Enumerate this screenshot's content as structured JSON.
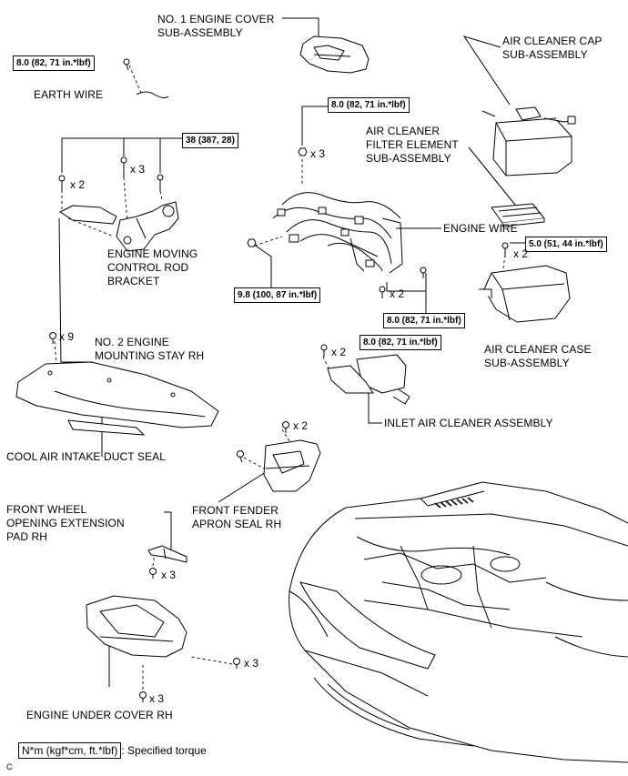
{
  "labels": {
    "engine_cover": "NO. 1 ENGINE COVER\nSUB-ASSEMBLY",
    "air_cleaner_cap": "AIR CLEANER CAP\nSUB-ASSEMBLY",
    "earth_wire": "EARTH WIRE",
    "filter_element": "AIR CLEANER\nFILTER ELEMENT\nSUB-ASSEMBLY",
    "engine_wire": "ENGINE WIRE",
    "moving_control_rod": "ENGINE MOVING\nCONTROL ROD\nBRACKET",
    "mounting_stay": "NO. 2 ENGINE\nMOUNTING STAY RH",
    "air_cleaner_case": "AIR CLEANER CASE\nSUB-ASSEMBLY",
    "inlet_air_cleaner": "INLET AIR CLEANER ASSEMBLY",
    "cool_air_intake": "COOL AIR INTAKE DUCT SEAL",
    "front_wheel_pad": "FRONT WHEEL\nOPENING EXTENSION\nPAD RH",
    "fender_apron_seal": "FRONT FENDER\nAPRON SEAL RH",
    "engine_under_cover": "ENGINE UNDER COVER RH"
  },
  "torques": {
    "earth_wire": "8.0 (82, 71 in.*lbf)",
    "engine_wire_top": "8.0 (82, 71 in.*lbf)",
    "rod_bracket": "38 (387, 28)",
    "air_cleaner_case": "5.0 (51, 44 in.*lbf)",
    "engine_wire_left": "9.8 (100, 87 in.*lbf)",
    "engine_wire_right": "8.0 (82, 71 in.*lbf)",
    "inlet_air_cleaner": "8.0 (82, 71 in.*lbf)"
  },
  "quantities": {
    "rod_bracket_mid": "x 3",
    "rod_bracket_left": "x 2",
    "engine_wire_top": "x 3",
    "air_cleaner_case": "x 2",
    "engine_wire_lower": "x 2",
    "inlet_air_cleaner": "x 2",
    "mounting_stay": "x 9",
    "fender_apron": "x 2",
    "wheel_pad": "x 3",
    "under_cover_right": "x 3",
    "under_cover_bottom": "x 3"
  },
  "legend": {
    "symbol": "N*m (kgf*cm, ft.*lbf)",
    "text": ": Specified torque"
  },
  "corner_code": "C"
}
